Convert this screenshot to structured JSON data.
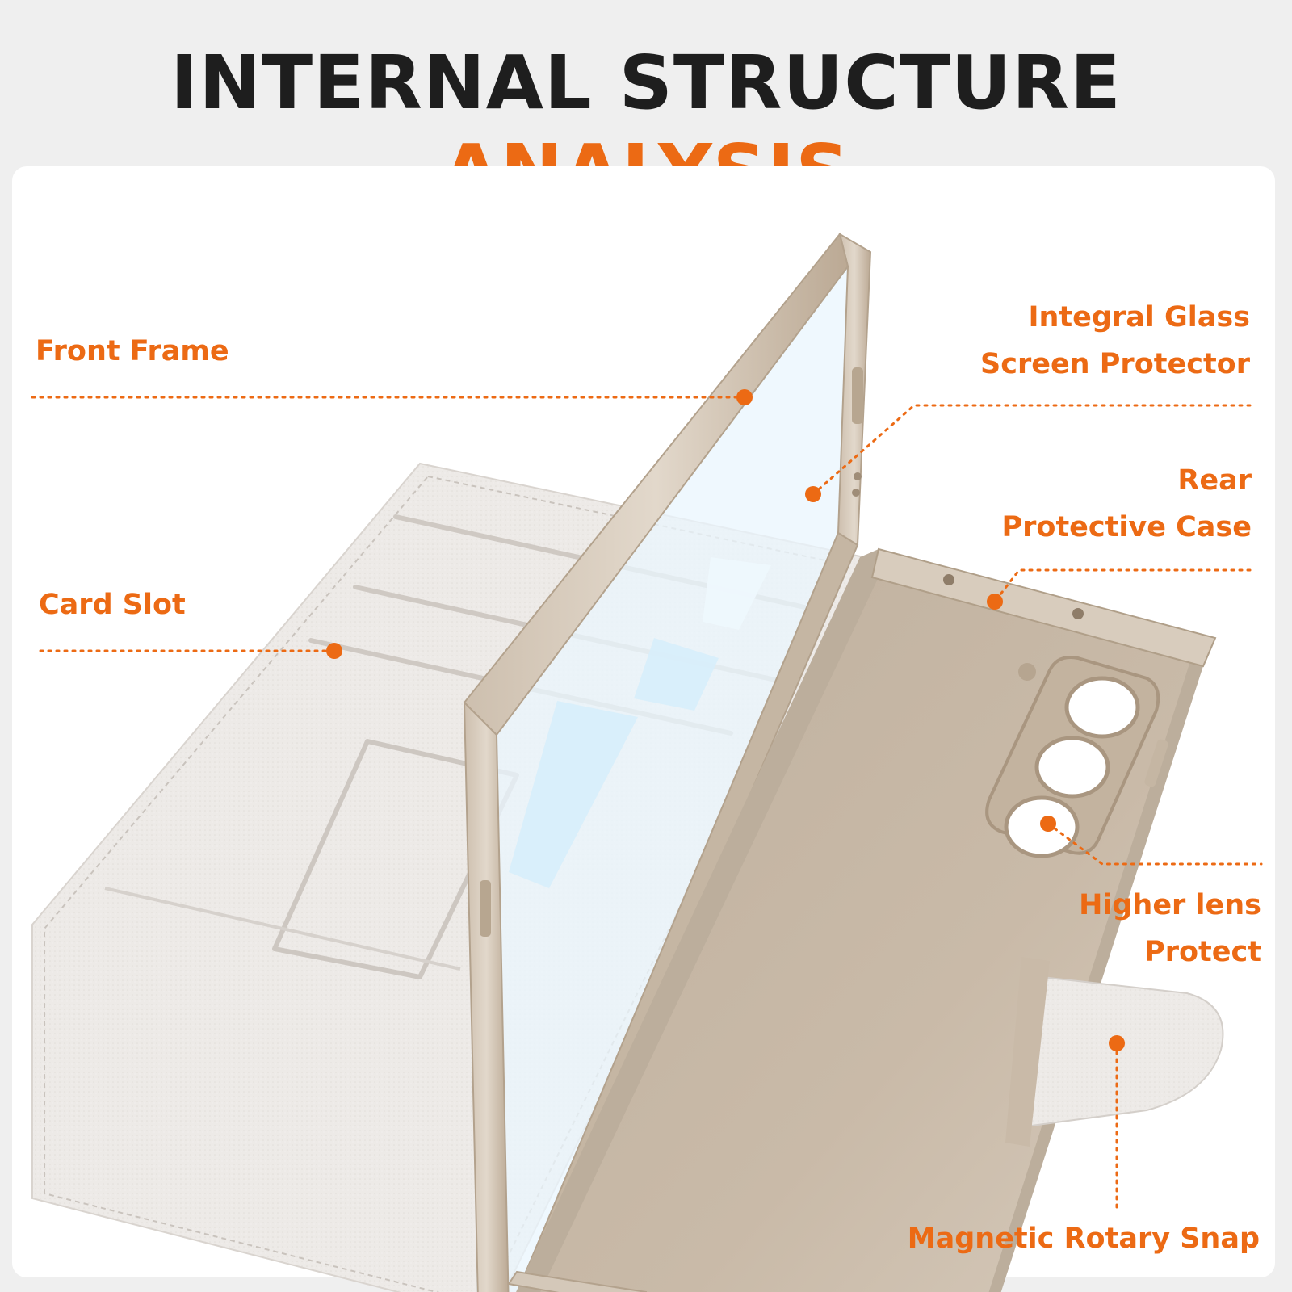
{
  "title": {
    "main": "INTERNAL STRUCTURE",
    "accent": "ANALYSIS"
  },
  "labels": {
    "front_frame": "Front Frame",
    "glass_line1": "Integral Glass",
    "glass_line2": "Screen Protector",
    "rear_line1": "Rear",
    "rear_line2": "Protective Case",
    "card_slot": "Card Slot",
    "lens_line1": "Higher lens",
    "lens_line2": "Protect",
    "snap": "Magnetic Rotary Snap"
  },
  "colors": {
    "accent": "#ec6a14",
    "title_text": "#1e1e1e",
    "background": "#efefef",
    "panel": "#ffffff",
    "case_gold": "#c9b9a6",
    "leather": "#ece9e6"
  }
}
